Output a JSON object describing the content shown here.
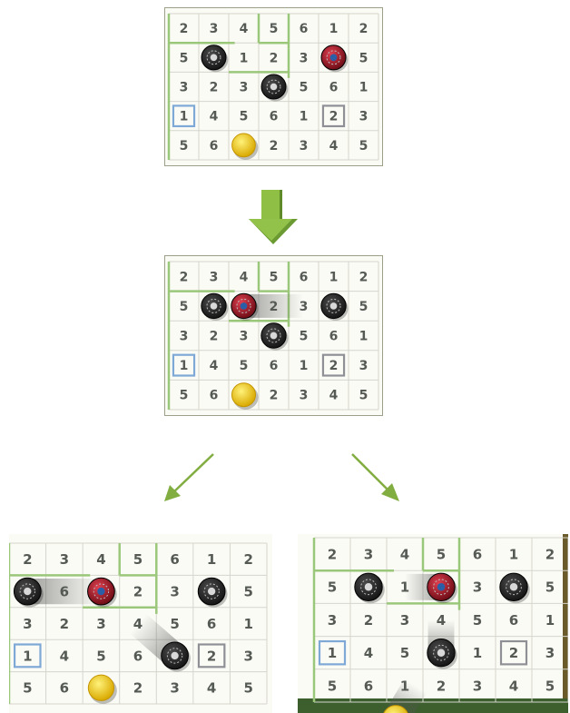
{
  "colors": {
    "board_bg": "#fbfbf6",
    "grid_line": "#d4d6cc",
    "green_wall": "#9bc77a",
    "blue_box": "#7ea8d6",
    "gray_box": "#8e9096",
    "number": "#5a5e5a",
    "black_piece": "#161616",
    "red_piece": "#b01c2a",
    "yellow_piece": "#f0cc1c",
    "arrow_green": "#7ea63a",
    "floor_green": "#3d5f2e"
  },
  "boards": [
    {
      "id": "start",
      "grid": [
        [
          "2",
          "3",
          "4",
          "5",
          "6",
          "1",
          "2"
        ],
        [
          "5",
          "",
          "1",
          "2",
          "3",
          "",
          "5"
        ],
        [
          "3",
          "2",
          "3",
          "",
          "5",
          "6",
          "1"
        ],
        [
          "1",
          "4",
          "5",
          "6",
          "1",
          "2",
          "3"
        ],
        [
          "5",
          "6",
          "",
          "2",
          "3",
          "4",
          "5"
        ]
      ],
      "pieces": [
        {
          "type": "black",
          "row": 1,
          "col": 1
        },
        {
          "type": "red",
          "row": 1,
          "col": 5
        },
        {
          "type": "black",
          "row": 2,
          "col": 3
        },
        {
          "type": "yellow",
          "row": 4,
          "col": 2
        }
      ],
      "boxes": [
        {
          "color": "blue",
          "row": 3,
          "col": 0
        },
        {
          "color": "gray",
          "row": 3,
          "col": 5
        }
      ],
      "trails": []
    },
    {
      "id": "after-red-move",
      "grid": [
        [
          "2",
          "3",
          "4",
          "5",
          "6",
          "1",
          "2"
        ],
        [
          "5",
          "",
          "",
          "2",
          "3",
          "",
          "5"
        ],
        [
          "3",
          "2",
          "3",
          "",
          "5",
          "6",
          "1"
        ],
        [
          "1",
          "4",
          "5",
          "6",
          "1",
          "2",
          "3"
        ],
        [
          "5",
          "6",
          "",
          "2",
          "3",
          "4",
          "5"
        ]
      ],
      "pieces": [
        {
          "type": "black",
          "row": 1,
          "col": 1
        },
        {
          "type": "red",
          "row": 1,
          "col": 2
        },
        {
          "type": "black",
          "row": 1,
          "col": 5
        },
        {
          "type": "black",
          "row": 2,
          "col": 3
        },
        {
          "type": "yellow",
          "row": 4,
          "col": 2
        }
      ],
      "boxes": [
        {
          "color": "blue",
          "row": 3,
          "col": 0
        },
        {
          "color": "gray",
          "row": 3,
          "col": 5
        }
      ],
      "trails": [
        {
          "from": [
            1,
            2
          ],
          "to": [
            1,
            4
          ]
        }
      ]
    },
    {
      "id": "option-left",
      "grid": [
        [
          "2",
          "3",
          "4",
          "5",
          "6",
          "1",
          "2"
        ],
        [
          "",
          "6",
          "",
          "2",
          "3",
          "",
          "5"
        ],
        [
          "3",
          "2",
          "3",
          "4",
          "5",
          "6",
          "1"
        ],
        [
          "1",
          "4",
          "5",
          "6",
          "",
          "2",
          "3"
        ],
        [
          "5",
          "6",
          "",
          "2",
          "3",
          "4",
          "5"
        ]
      ],
      "pieces": [
        {
          "type": "black",
          "row": 1,
          "col": 0
        },
        {
          "type": "red",
          "row": 1,
          "col": 2
        },
        {
          "type": "black",
          "row": 1,
          "col": 5
        },
        {
          "type": "black",
          "row": 3,
          "col": 4
        },
        {
          "type": "yellow",
          "row": 4,
          "col": 2
        }
      ],
      "boxes": [
        {
          "color": "blue",
          "row": 3,
          "col": 0
        },
        {
          "color": "gray",
          "row": 3,
          "col": 5
        }
      ],
      "trails": [
        {
          "from": [
            1,
            0
          ],
          "to": [
            1,
            2
          ]
        },
        {
          "from": [
            3,
            4
          ],
          "to": [
            2,
            3
          ]
        }
      ]
    },
    {
      "id": "option-right",
      "grid": [
        [
          "2",
          "3",
          "4",
          "5",
          "6",
          "1",
          "2"
        ],
        [
          "5",
          "",
          "1",
          "",
          "3",
          "",
          "5"
        ],
        [
          "3",
          "2",
          "3",
          "4",
          "5",
          "6",
          "1"
        ],
        [
          "1",
          "4",
          "5",
          "",
          "1",
          "2",
          "3"
        ],
        [
          "5",
          "6",
          "1",
          "2",
          "3",
          "4",
          "5"
        ]
      ],
      "pieces": [
        {
          "type": "black",
          "row": 1,
          "col": 1
        },
        {
          "type": "red",
          "row": 1,
          "col": 3
        },
        {
          "type": "black",
          "row": 1,
          "col": 5
        },
        {
          "type": "black",
          "row": 3,
          "col": 3
        },
        {
          "type": "yellow",
          "row": 5,
          "col": 1.75
        }
      ],
      "boxes": [
        {
          "color": "blue",
          "row": 3,
          "col": 0
        },
        {
          "color": "gray",
          "row": 3,
          "col": 5
        }
      ],
      "trails": [
        {
          "from": [
            1,
            3
          ],
          "to": [
            1,
            2
          ]
        },
        {
          "from": [
            3,
            3
          ],
          "to": [
            2,
            3
          ]
        },
        {
          "from": [
            5,
            1.75
          ],
          "to": [
            4,
            2.3
          ]
        }
      ]
    }
  ]
}
